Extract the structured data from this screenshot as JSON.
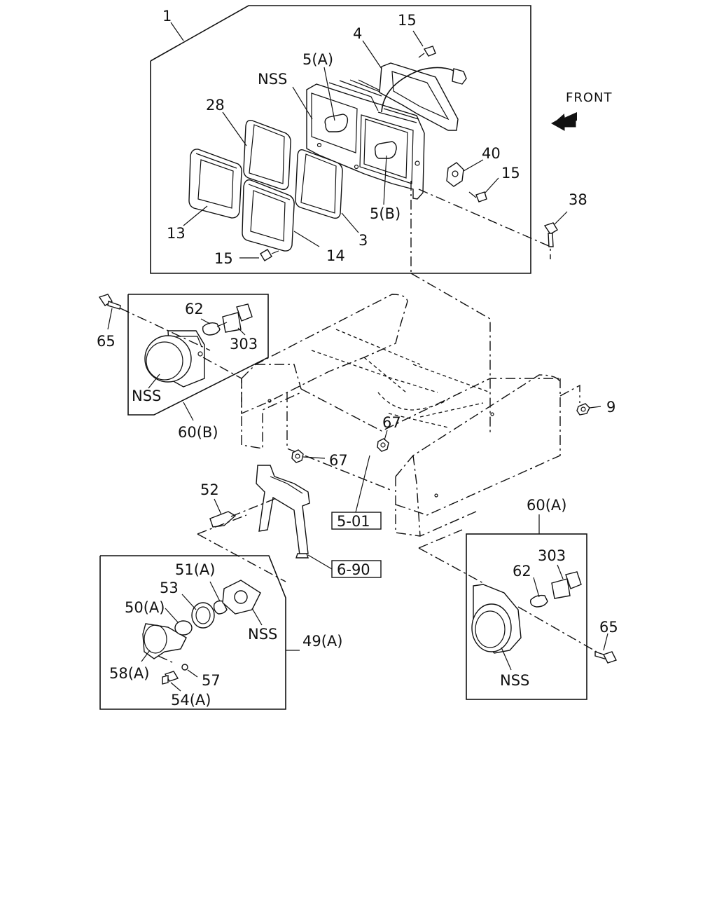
{
  "front_label": "FRONT",
  "callouts": {
    "c1": "1",
    "c15a": "15",
    "c4": "4",
    "c5a": "5(A)",
    "nss_top": "NSS",
    "c28": "28",
    "c40": "40",
    "c15b": "15",
    "c5b": "5(B)",
    "c13": "13",
    "c3": "3",
    "c14": "14",
    "c15c": "15",
    "c38": "38",
    "c62_left": "62",
    "c65_left": "65",
    "c303_left": "303",
    "nss_left": "NSS",
    "c60b": "60(B)",
    "c9": "9",
    "c67a": "67",
    "c67b": "67",
    "c52": "52",
    "c60a": "60(A)",
    "c303_right": "303",
    "c62_right": "62",
    "c65_right": "65",
    "nss_right": "NSS",
    "c51a": "51(A)",
    "c53": "53",
    "c50a": "50(A)",
    "nss_bottom": "NSS",
    "c49a": "49(A)",
    "c58a": "58(A)",
    "c57": "57",
    "c54a": "54(A)"
  },
  "references": {
    "r501": "5-01",
    "r690": "6-90"
  }
}
